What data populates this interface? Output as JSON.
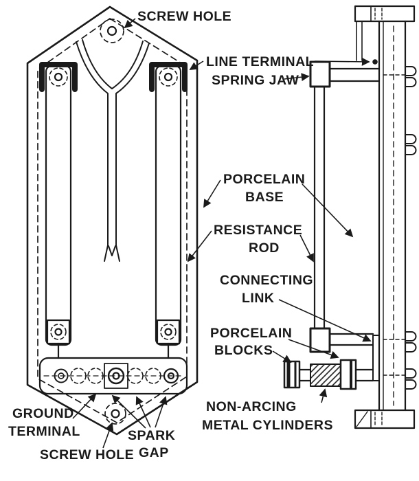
{
  "colors": {
    "ink": "#1a1a1a",
    "paper": "#ffffff"
  },
  "labels": {
    "screw_hole_top": "SCREW HOLE",
    "line_terminal": "LINE TERMINAL",
    "spring_jaw": "SPRING JAW",
    "porcelain_base": {
      "line1": "PORCELAIN",
      "line2": "BASE"
    },
    "resistance_rod": {
      "line1": "RESISTANCE",
      "line2": "ROD"
    },
    "connecting_link": {
      "line1": "CONNECTING",
      "line2": "LINK"
    },
    "porcelain_blocks": {
      "line1": "PORCELAIN",
      "line2": "BLOCKS"
    },
    "non_arcing_metal_cylinders": {
      "line1": "NON-ARCING",
      "line2": "METAL CYLINDERS"
    },
    "ground_terminal": {
      "line1": "GROUND",
      "line2": "TERMINAL"
    },
    "spark_gap": {
      "line1": "SPARK",
      "line2": "GAP"
    },
    "screw_hole_bottom": "SCREW HOLE"
  }
}
